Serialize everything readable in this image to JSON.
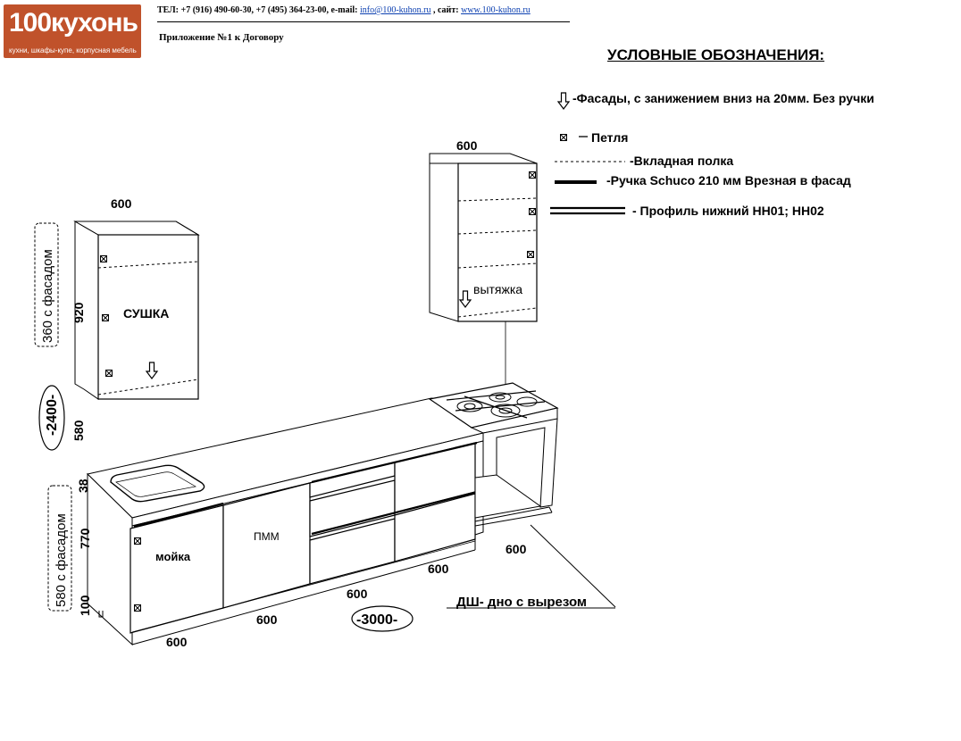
{
  "header": {
    "logo_text": "100кухонь",
    "logo_subtitle": "кухни, шкафы-купе, корпусная мебель",
    "contacts_prefix": "ТЕЛ: +7 (916) 490-60-30, +7 (495) 364-23-00, e-mail: ",
    "email": "info@100-kuhon.ru",
    "site_prefix": " , сайт: ",
    "site": "www.100-kuhon.ru",
    "appendix": "Приложение №1 к Договору"
  },
  "legend": {
    "title": "УСЛОВНЫЕ ОБОЗНАЧЕНИЯ:",
    "facade_down": "-Фасады, с занижением вниз на 20мм. Без ручки",
    "hinge": "Петля",
    "shelf": "-Вкладная полка",
    "handle": "-Ручка Schuco 210 мм Врезная в фасад",
    "profile": "-  Профиль нижний НН01; НН02"
  },
  "labels": {
    "wall_cab_left_width": "600",
    "wall_cab_right_width": "600",
    "dryer": "СУШКА",
    "hood": "вытяжка",
    "sink": "мойка",
    "dishwasher": "ПММ",
    "bottom_note": "ДШ- дно с вырезом",
    "total_height": "-2400-",
    "total_length": "-3000-",
    "dim_920": "920",
    "dim_580": "580",
    "dim_38": "38",
    "dim_770": "770",
    "dim_100": "100",
    "upper_facade_note": "360 с фасадом",
    "lower_facade_note": "580 с фасадом",
    "bottom_widths": [
      "600",
      "600",
      "600",
      "600",
      "600"
    ]
  },
  "colors": {
    "logo_bg": "#c0522b",
    "link": "#0b3fb0"
  }
}
